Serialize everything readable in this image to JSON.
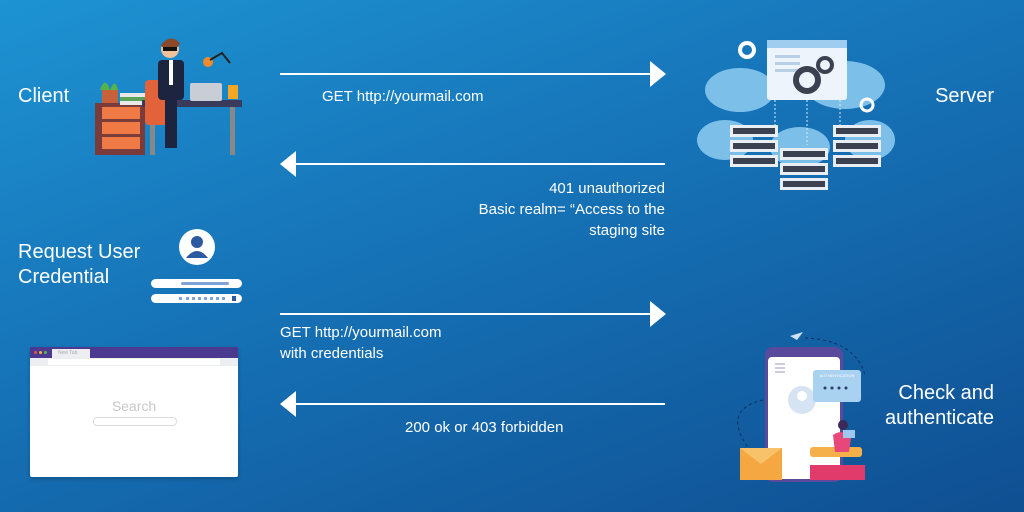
{
  "actors": {
    "client": "Client",
    "server": "Server",
    "request_line1": "Request User",
    "request_line2": "Credential",
    "check_line1": "Check and",
    "check_line2": "authenticate"
  },
  "messages": {
    "m1": "GET http://yourmail.com",
    "m2_line1": "401 unauthorized",
    "m2_line2": "Basic realm= “Access to the",
    "m2_line3": "staging site",
    "m3_line1": "GET http://yourmail.com",
    "m3_line2": "with credentials",
    "m4": "200 ok or 403 forbidden"
  },
  "browser": {
    "tab_label": "New Tab",
    "search_label": "Search"
  },
  "auth_bubble": {
    "title": "AUTHENTICATION"
  },
  "colors": {
    "arrow": "#ffffff",
    "browser_bar": "#4b3a8f",
    "cloud": "#7cc0ea"
  }
}
